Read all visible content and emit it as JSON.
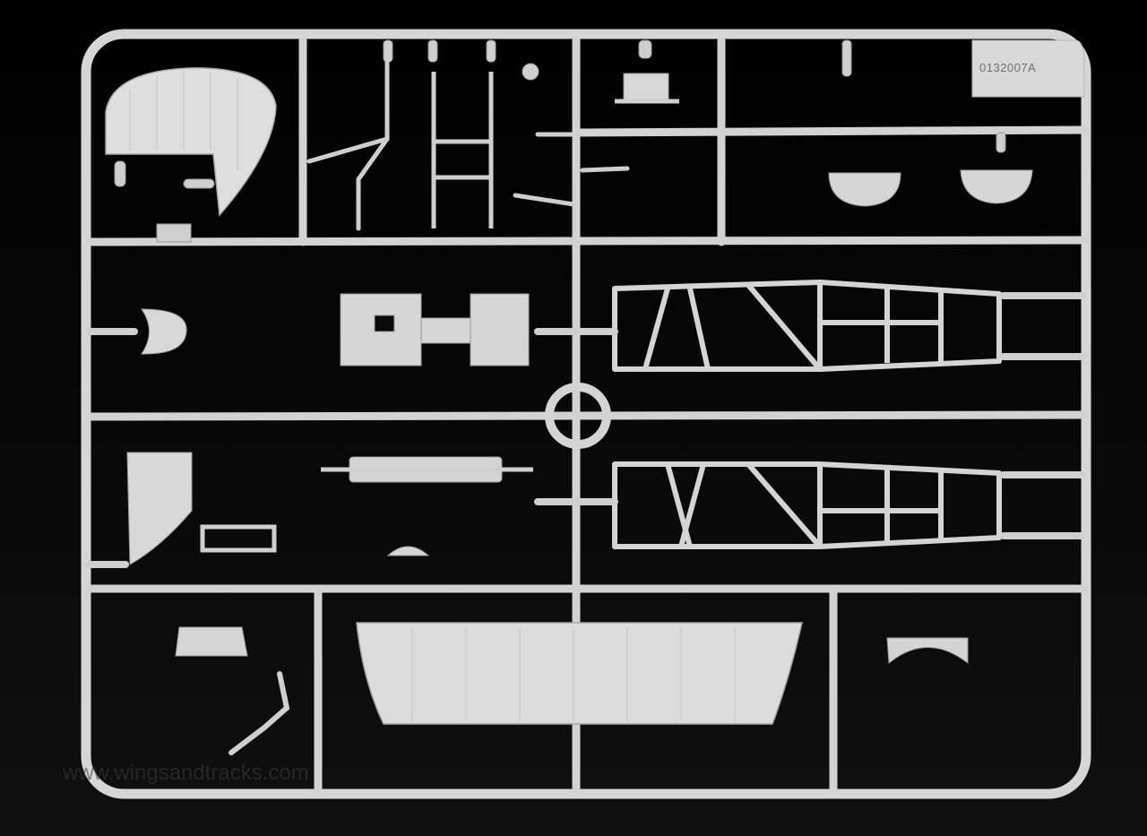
{
  "photo": {
    "subject": "plastic model kit sprue",
    "colors": {
      "background": "#000000",
      "plastic": "#dcdcdc",
      "plastic_shadow": "#a9a9a9",
      "plastic_edge": "#8c8c8c"
    }
  },
  "sprue": {
    "part_number": "0132007A"
  },
  "watermark": {
    "text": "www.wingsandtracks.com"
  }
}
